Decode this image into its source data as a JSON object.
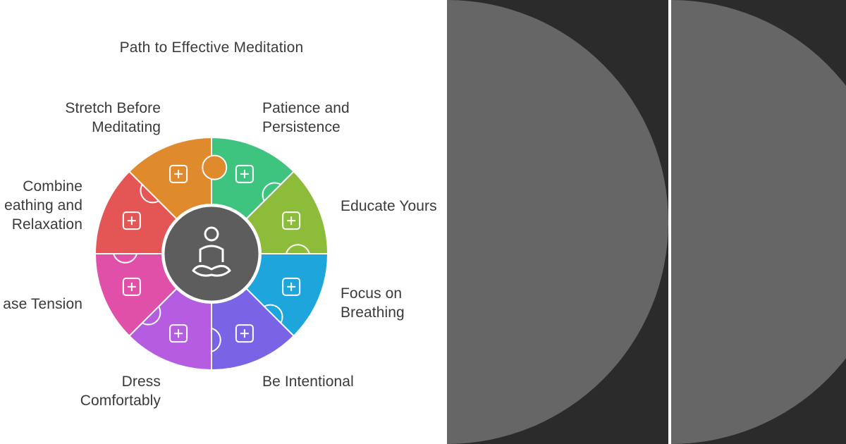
{
  "diagram": {
    "title": "Path to Effective Meditation",
    "segments": [
      {
        "id": "patience",
        "lines": [
          "Patience and",
          "Persistence"
        ],
        "color": "#3ec47f",
        "icon": "hourglass-icon"
      },
      {
        "id": "educate",
        "lines": [
          "Educate Yours"
        ],
        "color": "#8dbb3a",
        "icon": "book-lightbulb-icon"
      },
      {
        "id": "focus",
        "lines": [
          "Focus on",
          "Breathing"
        ],
        "color": "#1ea6dc",
        "icon": "wave-arrow-icon"
      },
      {
        "id": "intentional",
        "lines": [
          "Be Intentional"
        ],
        "color": "#7b63e6",
        "icon": "target-arrow-icon"
      },
      {
        "id": "dress",
        "lines": [
          "Dress",
          "Comfortably"
        ],
        "color": "#b65ce0",
        "icon": "person-hanger-icon"
      },
      {
        "id": "tension",
        "lines": [
          "ase Tension"
        ],
        "color": "#e050a8",
        "icon": "spring-icon"
      },
      {
        "id": "combine",
        "lines": [
          "Combine",
          "eathing and",
          "Relaxation"
        ],
        "color": "#e45656",
        "icon": "wave-arrows-icon"
      },
      {
        "id": "stretch",
        "lines": [
          "Stretch Before",
          "Meditating"
        ],
        "color": "#e08a2e",
        "icon": "kneeling-person-icon"
      }
    ],
    "center": {
      "color": "#5d5d5d",
      "icon": "meditating-person-icon"
    }
  },
  "colors": {
    "slide_bg": "#2b2b2b",
    "slide_shape": "#666666",
    "divider": "#ffffff"
  }
}
